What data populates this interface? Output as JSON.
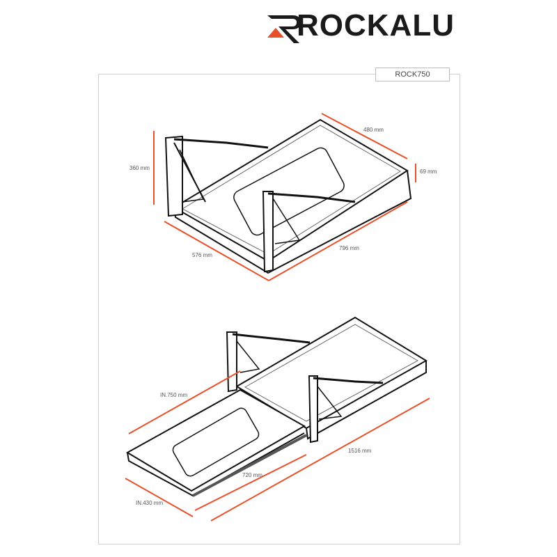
{
  "brand": {
    "name": "ROCKALU",
    "accent_color": "#e8502a"
  },
  "model": "ROCK750",
  "closed_view": {
    "dimensions": {
      "height": "360 mm",
      "depth": "480 mm",
      "rail_height": "69 mm",
      "width": "576 mm",
      "length": "796 mm"
    }
  },
  "extended_view": {
    "dimensions": {
      "inner_length": "IN.750 mm",
      "inner_width": "IN.430 mm",
      "extension": "720 mm",
      "total_length": "1516 mm"
    }
  }
}
